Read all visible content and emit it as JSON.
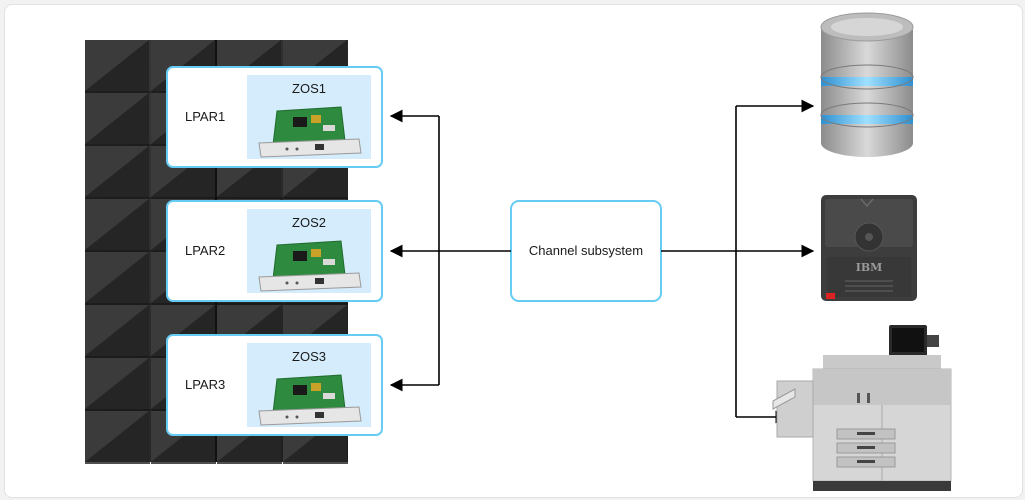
{
  "colors": {
    "box_border": "#66ccf4",
    "os_fill": "#d4ecfb",
    "arrow": "#000000",
    "frame_dark": "#2b2b2b",
    "frame_light": "#4a4a4a"
  },
  "lpars": [
    {
      "label": "LPAR1",
      "os": "ZOS1"
    },
    {
      "label": "LPAR2",
      "os": "ZOS2"
    },
    {
      "label": "LPAR3",
      "os": "ZOS3"
    }
  ],
  "channel": {
    "label": "Channel subsystem"
  },
  "devices": {
    "disk": {
      "icon": "disk-storage-icon"
    },
    "tape": {
      "icon": "tape-cartridge-icon",
      "brand": "IBM"
    },
    "printer": {
      "icon": "printer-icon"
    }
  }
}
